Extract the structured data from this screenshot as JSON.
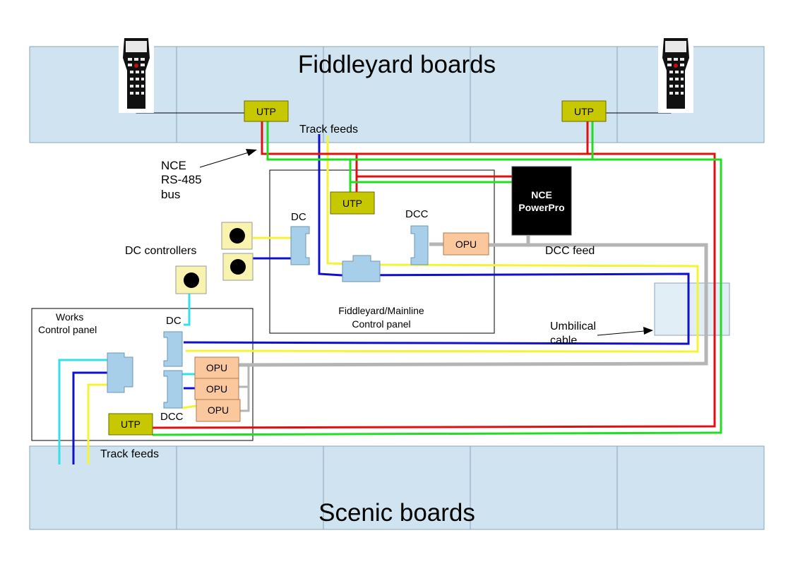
{
  "titles": {
    "fiddleyard": "Fiddleyard boards",
    "scenic": "Scenic boards"
  },
  "labels": {
    "track_feeds_top": "Track feeds",
    "track_feeds_bottom": "Track feeds",
    "nce_bus_1": "NCE",
    "nce_bus_2": "RS-485",
    "nce_bus_3": "bus",
    "dc_controllers": "DC controllers",
    "dcc_feed": "DCC feed",
    "umbilical_1": "Umbilical",
    "umbilical_2": "cable",
    "fiddleyard_panel_1": "Fiddleyard/Mainline",
    "fiddleyard_panel_2": "Control panel",
    "works_panel_1": "Works",
    "works_panel_2": "Control panel"
  },
  "devices": {
    "utp": "UTP",
    "opu": "OPU",
    "dc": "DC",
    "dcc": "DCC",
    "powerpro_1": "NCE",
    "powerpro_2": "PowerPro"
  },
  "colors": {
    "board_fill": "#cfe4f0",
    "board_stroke": "#8aa6b8",
    "utp_fill": "#c8c800",
    "opu_fill": "#fbc89e",
    "connector_fill": "#a8cfe9",
    "wire_red": "#e01010",
    "wire_green": "#22dd22",
    "wire_blue": "#1010cc",
    "wire_yellow": "#f4f432",
    "wire_cyan": "#33e0e6",
    "wire_grey": "#b5b5b5"
  }
}
